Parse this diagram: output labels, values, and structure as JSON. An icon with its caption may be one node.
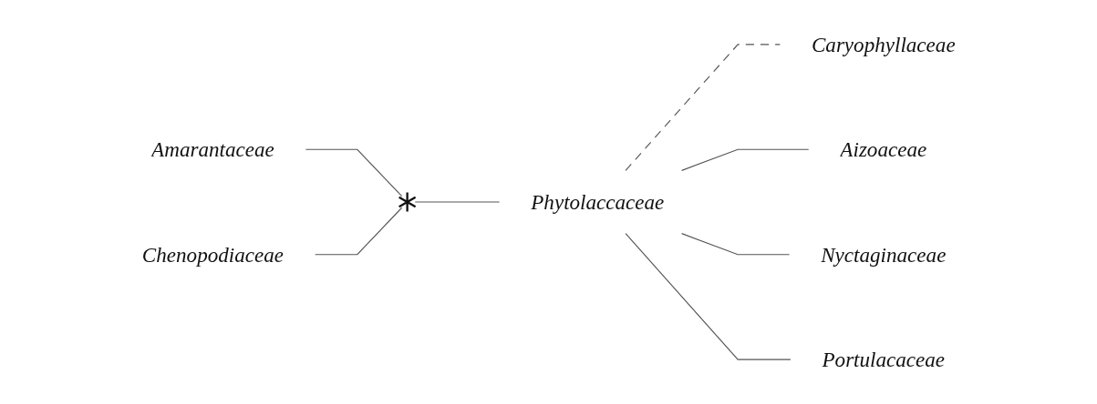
{
  "diagram": {
    "nodes": [
      {
        "text": [
          "Caryophyllaceae"
        ]
      },
      {
        "text": [
          "Amarantaceae"
        ]
      },
      {
        "text": [
          "Aizoaceae"
        ]
      },
      {
        "text": [
          "Phytolaccaceae"
        ]
      },
      {
        "text": [],
        "shape": "asterisk"
      },
      {
        "text": [
          "Chenopodiaceae"
        ]
      },
      {
        "text": [
          "Nyctaginaceae"
        ]
      },
      {
        "text": [
          "Portulacaceae"
        ]
      }
    ],
    "edges": [
      {
        "from": 1,
        "to": 4,
        "arrow": "none"
      },
      {
        "from": 5,
        "to": 4,
        "arrow": "none"
      },
      {
        "from": 4,
        "to": 3,
        "arrow": "none"
      },
      {
        "from": 3,
        "to": 0,
        "arrow": "none",
        "style": "dashed"
      },
      {
        "from": 3,
        "to": 2,
        "arrow": "none"
      },
      {
        "from": 3,
        "to": 6,
        "arrow": "none"
      },
      {
        "from": 3,
        "to": 7,
        "arrow": "none"
      }
    ]
  }
}
